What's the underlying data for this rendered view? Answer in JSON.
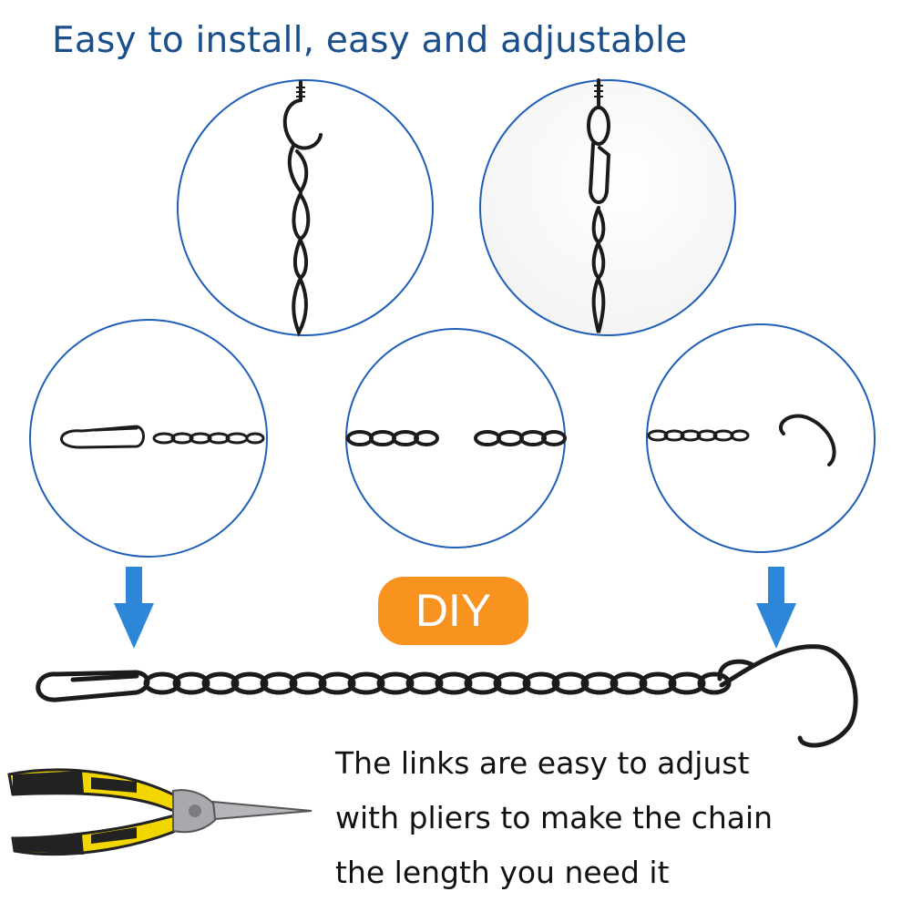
{
  "headline": "Easy to install, easy and adjustable",
  "badge": "DIY",
  "caption_lines": [
    "The links are easy to adjust",
    "with pliers to make the chain",
    "the length you need it"
  ],
  "colors": {
    "headline": "#1a4f8c",
    "circle_border": "#1f5fb8",
    "arrow": "#2e86d8",
    "badge": "#f7931e",
    "chain": "#1b1b1b",
    "plier_handle": "#f2d600",
    "plier_grip": "#222222",
    "plier_metal": "#a7a9ac"
  },
  "icons": [
    "down-arrow-icon",
    "down-arrow-icon",
    "pliers-icon"
  ]
}
